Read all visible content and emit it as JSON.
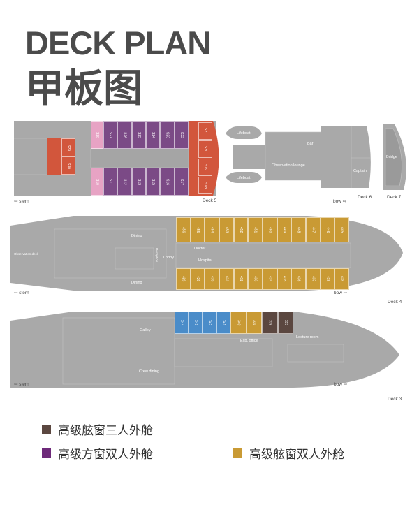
{
  "title_en": "DECK PLAN",
  "title_zh": "甲板图",
  "colors": {
    "pink": "#e7a3c4",
    "purple": "#7b4a86",
    "red": "#d2563c",
    "gold": "#c99a34",
    "blue": "#4a8cc9",
    "brown": "#5b4740",
    "hull": "#a9a9a9"
  },
  "deck5": {
    "label": "Deck 5",
    "stern": "⇦ stern",
    "top_pink": [
      "S28"
    ],
    "top_purple": [
      "S27",
      "S26",
      "S25",
      "S24",
      "S23",
      "S22"
    ],
    "bottom_pink": [
      "S10"
    ],
    "bottom_purple": [
      "S11",
      "S12",
      "S13",
      "S15",
      "S16",
      "S17"
    ],
    "bow_red": [
      "S21",
      "S20",
      "S19",
      "S18"
    ],
    "stern_red": [
      "S29",
      "S30"
    ]
  },
  "deck6": {
    "label": "Deck 6",
    "bow": "bow ⇨",
    "lifeboat_top": "Lifeboat",
    "lifeboat_bottom": "Lifeboat",
    "bar": "Bar",
    "lounge": "Observation lounge",
    "captain": "Captain"
  },
  "deck7": {
    "label": "Deck 7",
    "bridge": "Bridge"
  },
  "deck4": {
    "label": "Deck 4",
    "stern": "⇦ stern",
    "bow": "bow ⇨",
    "rooms": {
      "observation": "Observation deck",
      "dining_top": "Dining",
      "dining_bottom": "Dining",
      "reception": "Reception",
      "lobby": "Lobby",
      "doctor": "Doctor",
      "hospital": "Hospital"
    },
    "top": [
      "456",
      "455",
      "454",
      "453",
      "452",
      "451",
      "450",
      "449",
      "448",
      "447",
      "446",
      "445"
    ],
    "bottom": [
      "428",
      "429",
      "430",
      "431",
      "432",
      "433",
      "434",
      "435",
      "436",
      "437",
      "438",
      "439"
    ]
  },
  "deck3": {
    "label": "Deck 3",
    "stern": "⇦ stern",
    "bow": "bow ⇨",
    "rooms": {
      "galley": "Galley",
      "crew_dining": "Crew dining",
      "exp_office": "Exp. office",
      "lecture": "Lecture room"
    },
    "blue": [
      "344",
      "343",
      "342",
      "341"
    ],
    "gold": [
      "340",
      "339"
    ],
    "brown": [
      "338",
      "337"
    ]
  },
  "legend": [
    {
      "label": "高级舷窗三人外舱",
      "color": "#5b4740"
    },
    {
      "label": "高级方窗双人外舱",
      "color": "#6e2a7a"
    },
    {
      "label": "高级舷窗双人外舱",
      "color": "#c99a34"
    }
  ]
}
